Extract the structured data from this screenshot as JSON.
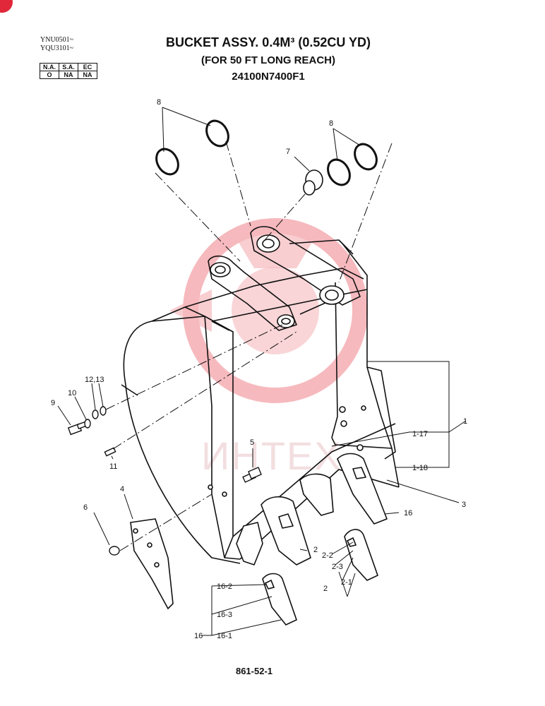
{
  "header": {
    "serials": [
      "YNU0501~",
      "YQU3101~"
    ],
    "version_table": {
      "headers": [
        "N.A.",
        "S.A.",
        "EC"
      ],
      "values": [
        "O",
        "NA",
        "NA"
      ]
    },
    "title_line1": "BUCKET  ASSY. 0.4M³ (0.52CU YD)",
    "title_line2": "(FOR 50 FT LONG REACH)",
    "title_line3": "24100N7400F1"
  },
  "watermark": {
    "text": "ИНТЕХ",
    "color": "#e63946"
  },
  "parts": {
    "p1": "1",
    "p1_17": "1-17",
    "p1_18": "1-18",
    "p2": "2",
    "p2_1": "2-1",
    "p2_2": "2-2",
    "p2_3": "2-3",
    "p3": "3",
    "p4": "4",
    "p5": "5",
    "p6": "6",
    "p7": "7",
    "p8a": "8",
    "p8b": "8",
    "p9": "9",
    "p10": "10",
    "p11": "11",
    "p12_13": "12,13",
    "p16a": "16",
    "p16b": "16",
    "p16_1": "16-1",
    "p16_2": "16-2",
    "p16_3": "16-3"
  },
  "footer": {
    "page_number": "861-52-1"
  }
}
